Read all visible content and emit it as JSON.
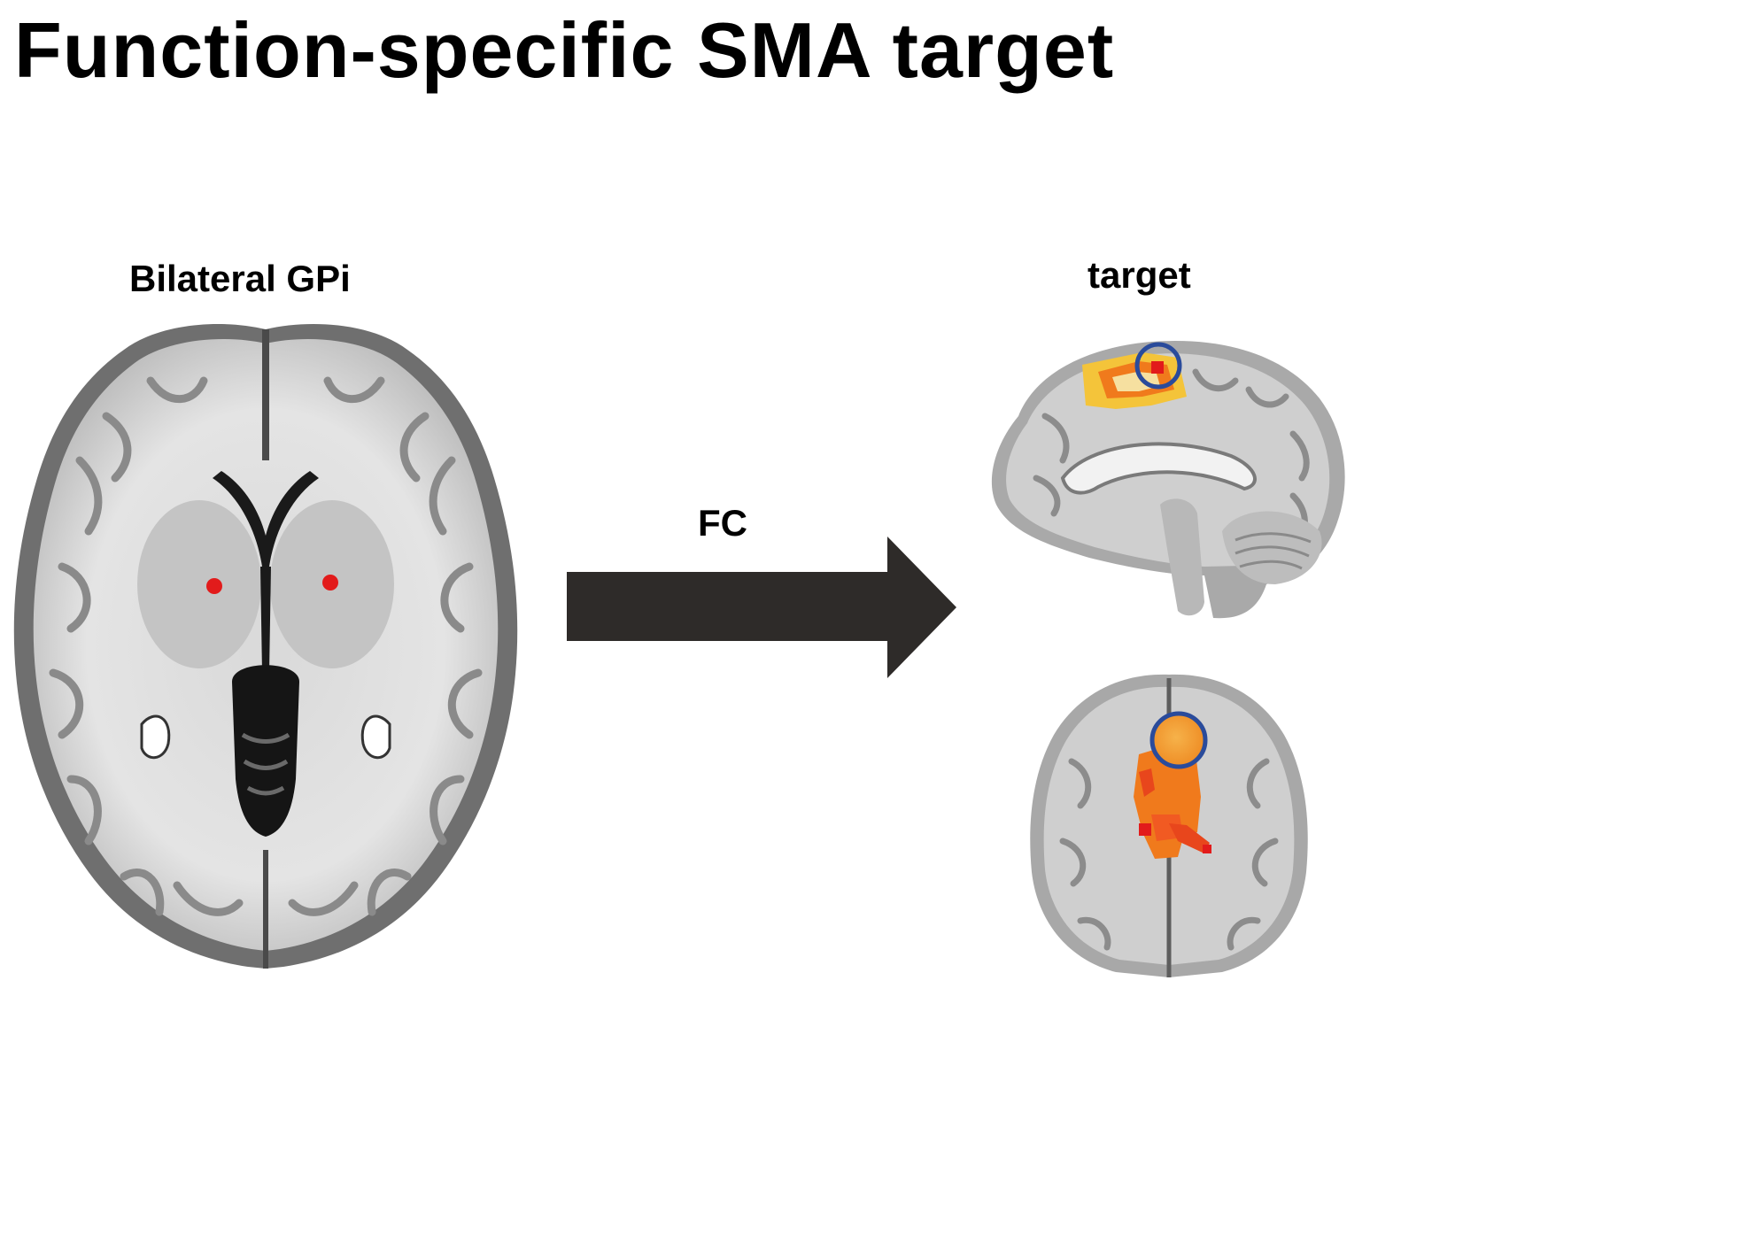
{
  "title": "Function-specific SMA target",
  "left_panel": {
    "label": "Bilateral GPi"
  },
  "arrow": {
    "label": "FC"
  },
  "right_panel": {
    "label": "target"
  },
  "colors": {
    "seed_marker": "#e21b1b",
    "target_ring": "#2a4b9b",
    "activation_hot": "#f07a1c",
    "activation_yellow": "#f4c43a",
    "arrow_fill": "#2e2b29"
  }
}
